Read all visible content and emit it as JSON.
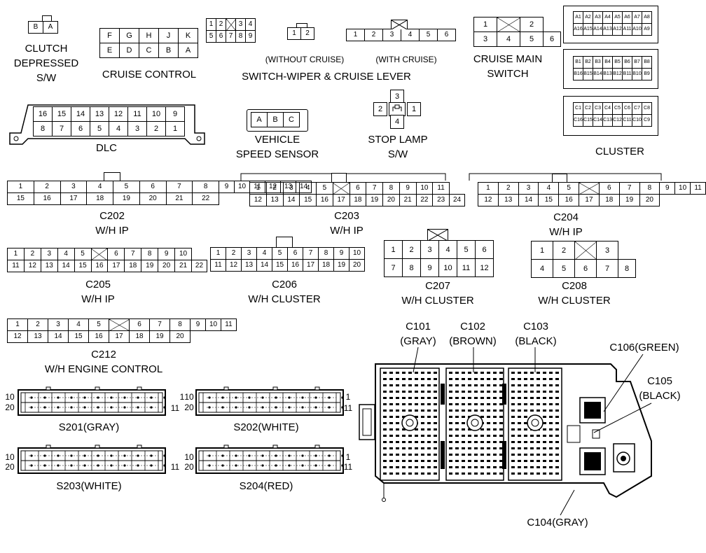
{
  "labels": {
    "clutch": [
      "CLUTCH",
      "DEPRESSED",
      "S/W"
    ],
    "cruise_control": "CRUISE CONTROL",
    "without_cruise": "(WITHOUT CRUISE)",
    "with_cruise": "(WITH CRUISE)",
    "switch_wiper": "SWITCH-WIPER & CRUISE LEVER",
    "cruise_main": [
      "CRUISE MAIN",
      "SWITCH"
    ],
    "cluster": "CLUSTER",
    "dlc": "DLC",
    "vss": [
      "VEHICLE",
      "SPEED SENSOR"
    ],
    "stop_lamp": [
      "STOP LAMP",
      "S/W"
    ],
    "c202": [
      "C202",
      "W/H IP"
    ],
    "c203": [
      "C203",
      "W/H IP"
    ],
    "c204": [
      "C204",
      "W/H IP"
    ],
    "c205": [
      "C205",
      "W/H IP"
    ],
    "c206": [
      "C206",
      "W/H CLUSTER"
    ],
    "c207": [
      "C207",
      "W/H CLUSTER"
    ],
    "c208": [
      "C208",
      "W/H CLUSTER"
    ],
    "c212": [
      "C212",
      "W/H ENGINE CONTROL"
    ],
    "s201": "S201(GRAY)",
    "s202": "S202(WHITE)",
    "s203": "S203(WHITE)",
    "s204": "S204(RED)",
    "c101": [
      "C101",
      "(GRAY)"
    ],
    "c102": [
      "C102",
      "(BROWN)"
    ],
    "c103": [
      "C103",
      "(BLACK)"
    ],
    "c106": "C106(GREEN)",
    "c105": [
      "C105",
      "(BLACK)"
    ],
    "c104": "C104(GRAY)",
    "splice_pins": {
      "top_left": "10",
      "bottom_left": "20",
      "top_right": "1",
      "bottom_right": "11"
    }
  },
  "connectors": {
    "clutch": [
      [
        "B",
        "A"
      ]
    ],
    "cruise_control": [
      [
        "F",
        "G",
        "H",
        "J",
        "K"
      ],
      [
        "E",
        "D",
        "C",
        "B",
        "A"
      ]
    ],
    "wiper_main": [
      [
        "1",
        "2",
        "X",
        "3",
        "4"
      ],
      [
        "5",
        "6",
        "7",
        "8",
        "9"
      ]
    ],
    "without_cruise": [
      [
        "1",
        "2"
      ]
    ],
    "with_cruise": [
      [
        "1",
        "2",
        "3",
        "4",
        "5",
        "6"
      ]
    ],
    "cruise_main": [
      [
        "1",
        "X",
        "2"
      ],
      [
        "3",
        "4",
        "5",
        "6"
      ]
    ],
    "cluster_a": [
      [
        "A1",
        "A2",
        "A3",
        "A4",
        "A5",
        "A6",
        "A7",
        "A8"
      ],
      [
        "A16",
        "A15",
        "A14",
        "A13",
        "A12",
        "A11",
        "A10",
        "A9"
      ]
    ],
    "cluster_b": [
      [
        "B1",
        "B2",
        "B3",
        "B4",
        "B5",
        "B6",
        "B7",
        "B8"
      ],
      [
        "B16",
        "B15",
        "B14",
        "B13",
        "B12",
        "B11",
        "B10",
        "B9"
      ]
    ],
    "cluster_c": [
      [
        "C1",
        "C2",
        "C3",
        "C4",
        "C5",
        "C6",
        "C7",
        "C8"
      ],
      [
        "C16",
        "C15",
        "C14",
        "C13",
        "C12",
        "C11",
        "C10",
        "C9"
      ]
    ],
    "dlc": [
      [
        "16",
        "15",
        "14",
        "13",
        "12",
        "11",
        "10",
        "9"
      ],
      [
        "8",
        "7",
        "6",
        "5",
        "4",
        "3",
        "2",
        "1"
      ]
    ],
    "vss": [
      [
        "A",
        "B",
        "C"
      ]
    ],
    "stop_lamp": {
      "top": "3",
      "left": "2",
      "right": "1",
      "bottom": "4"
    },
    "c202": [
      [
        "1",
        "2",
        "3",
        "4",
        "5",
        "6",
        "7",
        "8",
        "9",
        "10",
        "11",
        "12",
        "13",
        "14"
      ],
      [
        "15",
        "16",
        "17",
        "18",
        "19",
        "20",
        "21",
        "22"
      ]
    ],
    "c203": [
      [
        "1",
        "2",
        "3",
        "4",
        "5",
        "X",
        "6",
        "7",
        "8",
        "9",
        "10",
        "11"
      ],
      [
        "12",
        "13",
        "14",
        "15",
        "16",
        "17",
        "18",
        "19",
        "20",
        "21",
        "22",
        "23",
        "24"
      ]
    ],
    "c204": [
      [
        "1",
        "2",
        "3",
        "4",
        "5",
        "X",
        "6",
        "7",
        "8",
        "9",
        "10",
        "11"
      ],
      [
        "12",
        "13",
        "14",
        "15",
        "16",
        "17",
        "18",
        "19",
        "20"
      ]
    ],
    "c205": [
      [
        "1",
        "2",
        "3",
        "4",
        "5",
        "X",
        "6",
        "7",
        "8",
        "9",
        "10"
      ],
      [
        "11",
        "12",
        "13",
        "14",
        "15",
        "16",
        "17",
        "18",
        "19",
        "20",
        "21",
        "22"
      ]
    ],
    "c206": [
      [
        "1",
        "2",
        "3",
        "4",
        "5",
        "6",
        "7",
        "8",
        "9",
        "10"
      ],
      [
        "11",
        "12",
        "13",
        "14",
        "15",
        "16",
        "17",
        "18",
        "19",
        "20"
      ]
    ],
    "c207": [
      [
        "1",
        "2",
        "3",
        "4",
        "5",
        "6"
      ],
      [
        "7",
        "8",
        "9",
        "10",
        "11",
        "12"
      ]
    ],
    "c208": [
      [
        "1",
        "2",
        "X",
        "3"
      ],
      [
        "4",
        "5",
        "6",
        "7",
        "8"
      ]
    ],
    "c212": [
      [
        "1",
        "2",
        "3",
        "4",
        "5",
        "X",
        "6",
        "7",
        "8",
        "9",
        "10",
        "11"
      ],
      [
        "12",
        "13",
        "14",
        "15",
        "16",
        "17",
        "18",
        "19",
        "20"
      ]
    ]
  }
}
